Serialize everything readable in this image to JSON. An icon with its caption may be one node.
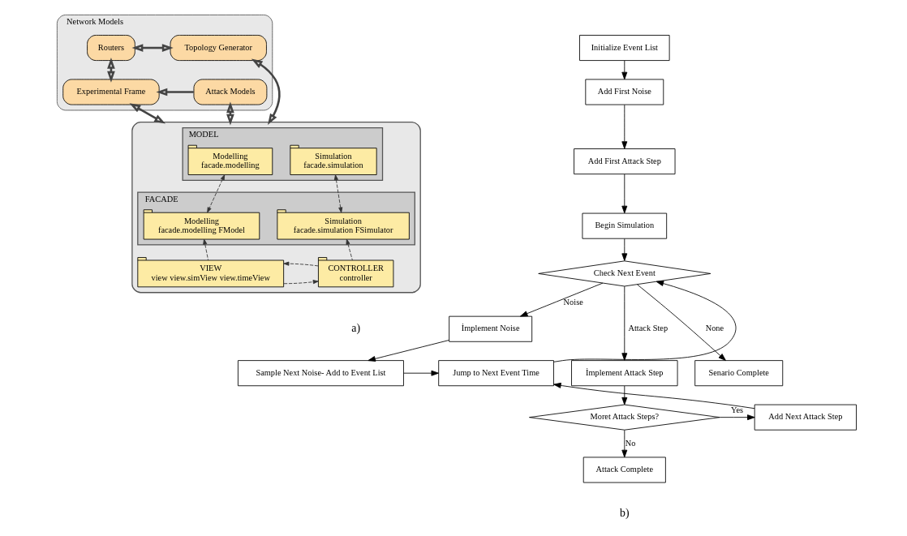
{
  "diagram": {
    "nodes": [
      {
        "text": [
          "Network Models"
        ]
      },
      {
        "text": [
          "Topology Generator"
        ],
        "in": 0
      },
      {
        "text": [
          "Routers"
        ],
        "in": 0
      },
      {
        "text": [
          "Experimental Frame"
        ],
        "in": 0
      },
      {
        "text": [
          "Attack Models"
        ],
        "in": 0
      },
      {
        "text": [],
        "shape": "box"
      },
      {
        "text": [
          "MODEL"
        ],
        "in": 5
      },
      {
        "text": [
          "Modelling",
          "facade.modelling"
        ],
        "in": 6
      },
      {
        "text": [
          "Simulation",
          "facade.simulation"
        ],
        "in": 6
      },
      {
        "text": [
          "FACADE"
        ],
        "in": 5
      },
      {
        "text": [
          "Modelling",
          "facade.modelling FModel"
        ],
        "in": 9
      },
      {
        "text": [
          "Simulation",
          "facade.simulation FSimulator"
        ],
        "in": 9
      },
      {
        "text": [
          "VIEW",
          "view view.simView view.timeView"
        ],
        "in": 5
      },
      {
        "text": [
          "CONTROLLER",
          "controller"
        ],
        "in": 5
      },
      {
        "text": [
          "Initialize Event List"
        ]
      },
      {
        "text": [
          "Add First Noise"
        ]
      },
      {
        "text": [
          "Add First Attack Step"
        ]
      },
      {
        "text": [
          "Begin Simulation"
        ]
      },
      {
        "text": [
          "Check Next Event"
        ]
      },
      {
        "text": [
          "İmplement Noise"
        ]
      },
      {
        "text": [
          "Senario Complete"
        ]
      },
      {
        "text": [
          "İmplement Attack Step"
        ]
      },
      {
        "text": [
          "Sample Next Noise- Add to Event List"
        ]
      },
      {
        "text": [
          "Jump to Next Event Time"
        ]
      },
      {
        "text": [
          "Moret Attack Steps?"
        ]
      },
      {
        "text": [
          "Add Next Attack Step"
        ]
      },
      {
        "text": [
          "Attack Complete"
        ]
      }
    ],
    "edges": [
      {
        "from": 1,
        "to": 2,
        "arrow": "both",
        "style": "thick"
      },
      {
        "from": 2,
        "to": 3,
        "arrow": "both",
        "style": "thick"
      },
      {
        "from": 4,
        "to": 3,
        "arrow": "to",
        "style": "thick"
      },
      {
        "from": 1,
        "to": 5,
        "arrow": "both",
        "style": "thick"
      },
      {
        "from": 3,
        "to": 5,
        "arrow": "both",
        "style": "thick"
      },
      {
        "from": 4,
        "to": 5,
        "arrow": "both",
        "style": "thick"
      },
      {
        "from": 7,
        "to": 10,
        "arrow": "both",
        "style": "dashed"
      },
      {
        "from": 8,
        "to": 11,
        "arrow": "both",
        "style": "dashed"
      },
      {
        "from": 12,
        "to": 10,
        "arrow": "to",
        "style": "dashed"
      },
      {
        "from": 13,
        "to": 11,
        "arrow": "to",
        "style": "dashed"
      },
      {
        "from": 12,
        "to": 13,
        "arrow": "to",
        "style": "dashed"
      },
      {
        "from": 13,
        "to": 12,
        "arrow": "to",
        "style": "dashed"
      },
      {
        "from": 14,
        "to": 15,
        "arrow": "to"
      },
      {
        "from": 15,
        "to": 16,
        "arrow": "to"
      },
      {
        "from": 16,
        "to": 17,
        "arrow": "to"
      },
      {
        "from": 17,
        "to": 18,
        "arrow": "to"
      },
      {
        "from": 18,
        "to": 20,
        "arrow": "to",
        "label": "None"
      },
      {
        "from": 18,
        "to": 21,
        "arrow": "to",
        "label": "Attack Step"
      },
      {
        "from": 18,
        "to": 19,
        "arrow": "to",
        "label": "Noise"
      },
      {
        "from": 19,
        "to": 22,
        "arrow": "to"
      },
      {
        "from": 22,
        "to": 23,
        "arrow": "to"
      },
      {
        "from": 23,
        "to": 18,
        "arrow": "to"
      },
      {
        "from": 21,
        "to": 24,
        "arrow": "to"
      },
      {
        "from": 24,
        "to": 25,
        "arrow": "to",
        "label": "Yes"
      },
      {
        "from": 25,
        "to": 23,
        "arrow": "to"
      },
      {
        "from": 24,
        "to": 26,
        "arrow": "to",
        "label": "No"
      }
    ],
    "labels": [
      "a)",
      "b)"
    ]
  }
}
